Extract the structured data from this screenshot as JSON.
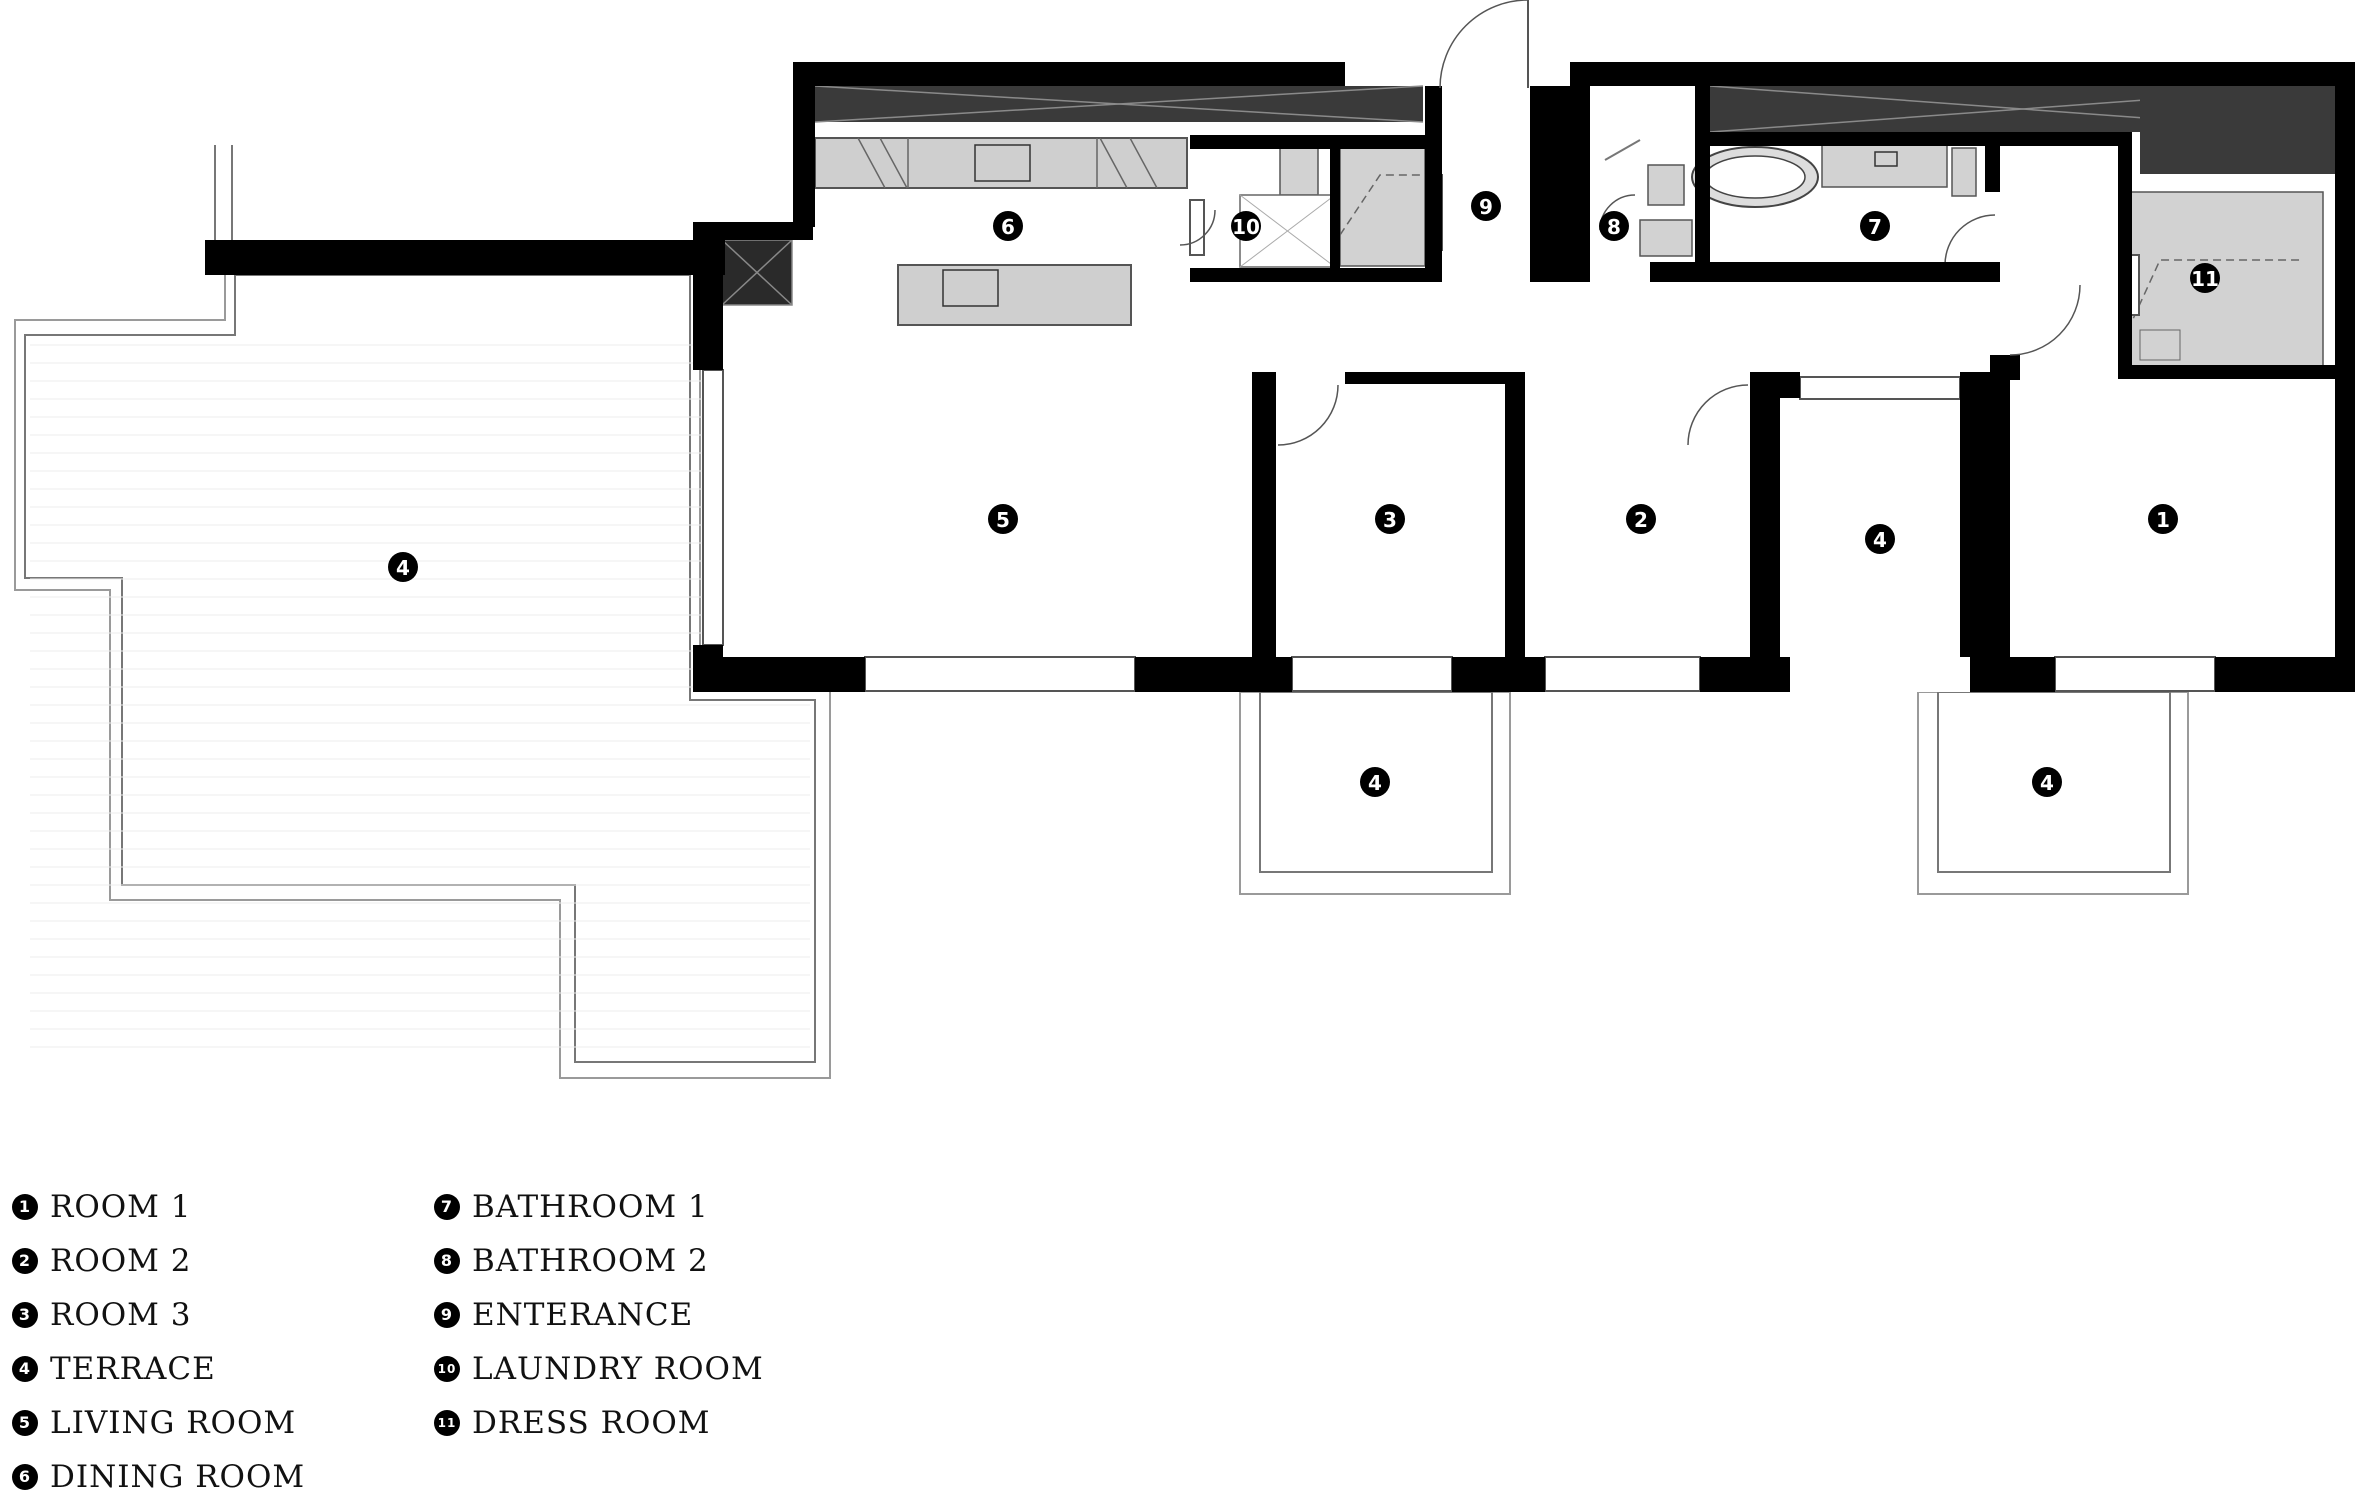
{
  "rooms": [
    {
      "id": "room1",
      "num": "1"
    },
    {
      "id": "room2",
      "num": "2"
    },
    {
      "id": "room3",
      "num": "3"
    },
    {
      "id": "terrace-main",
      "num": "4"
    },
    {
      "id": "terrace-middle",
      "num": "4"
    },
    {
      "id": "terrace-balcony-left",
      "num": "4"
    },
    {
      "id": "terrace-balcony-right",
      "num": "4"
    },
    {
      "id": "living",
      "num": "5"
    },
    {
      "id": "dining",
      "num": "6"
    },
    {
      "id": "bathroom1",
      "num": "7"
    },
    {
      "id": "bathroom2",
      "num": "8"
    },
    {
      "id": "entrance",
      "num": "9"
    },
    {
      "id": "laundry",
      "num": "10"
    },
    {
      "id": "dress",
      "num": "11"
    }
  ],
  "legend": {
    "left": [
      {
        "num": "1",
        "label": "ROOM 1"
      },
      {
        "num": "2",
        "label": "ROOM 2"
      },
      {
        "num": "3",
        "label": "ROOM 3"
      },
      {
        "num": "4",
        "label": "TERRACE"
      },
      {
        "num": "5",
        "label": "LIVING ROOM"
      },
      {
        "num": "6",
        "label": "DINING ROOM"
      }
    ],
    "right": [
      {
        "num": "7",
        "label": "BATHROOM 1"
      },
      {
        "num": "8",
        "label": "BATHROOM 2"
      },
      {
        "num": "9",
        "label": "ENTERANCE"
      },
      {
        "num": "10",
        "label": "LAUNDRY ROOM"
      },
      {
        "num": "11",
        "label": "DRESS ROOM"
      }
    ]
  }
}
